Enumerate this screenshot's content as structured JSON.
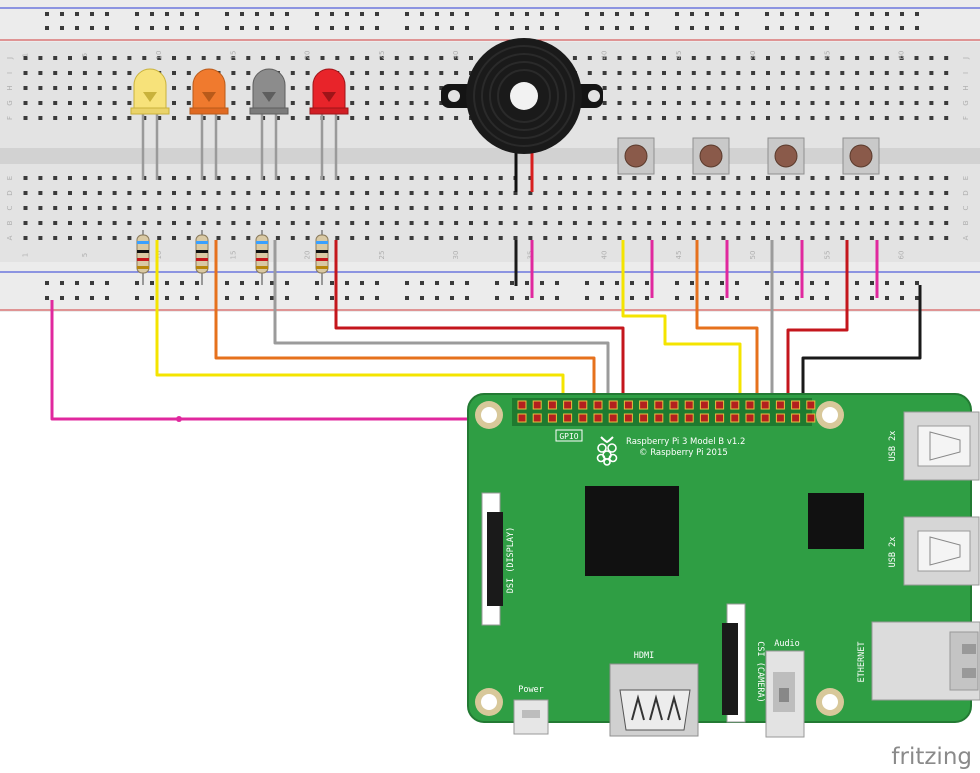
{
  "breadboard": {
    "row_labels": [
      "J",
      "I",
      "H",
      "G",
      "F",
      "E",
      "D",
      "C",
      "B",
      "A"
    ],
    "column_numbers": [
      "1",
      "5",
      "10",
      "15",
      "20",
      "25",
      "30",
      "35",
      "40",
      "45",
      "50",
      "55",
      "60"
    ]
  },
  "components": {
    "leds": [
      {
        "name": "led-yellow",
        "color": "#f7e27a"
      },
      {
        "name": "led-orange",
        "color": "#f07a2e"
      },
      {
        "name": "led-gray",
        "color": "#8c8c8c"
      },
      {
        "name": "led-red",
        "color": "#e8242a"
      }
    ],
    "buzzer": "buzzer",
    "push_buttons": 4,
    "resistors": 4
  },
  "wires": {
    "colors": {
      "magenta": "#e0289e",
      "yellow": "#f4e400",
      "orange": "#e6711d",
      "gray": "#9b9b9b",
      "red": "#c4161c",
      "black": "#1a1a1a"
    }
  },
  "pi": {
    "model_line1": "Raspberry Pi 3 Model B v1.2",
    "model_line2": "© Raspberry Pi 2015",
    "gpio_label": "GPIO",
    "usb_label_1": "USB 2x",
    "usb_label_2": "USB 2x",
    "ethernet_label": "ETHERNET",
    "dsi_label": "DSI (DISPLAY)",
    "csi_label": "CSI (CAMERA)",
    "audio_label": "Audio",
    "hdmi_label": "HDMI",
    "power_label": "Power",
    "board_color": "#2f9e44"
  },
  "watermark": "fritzing"
}
